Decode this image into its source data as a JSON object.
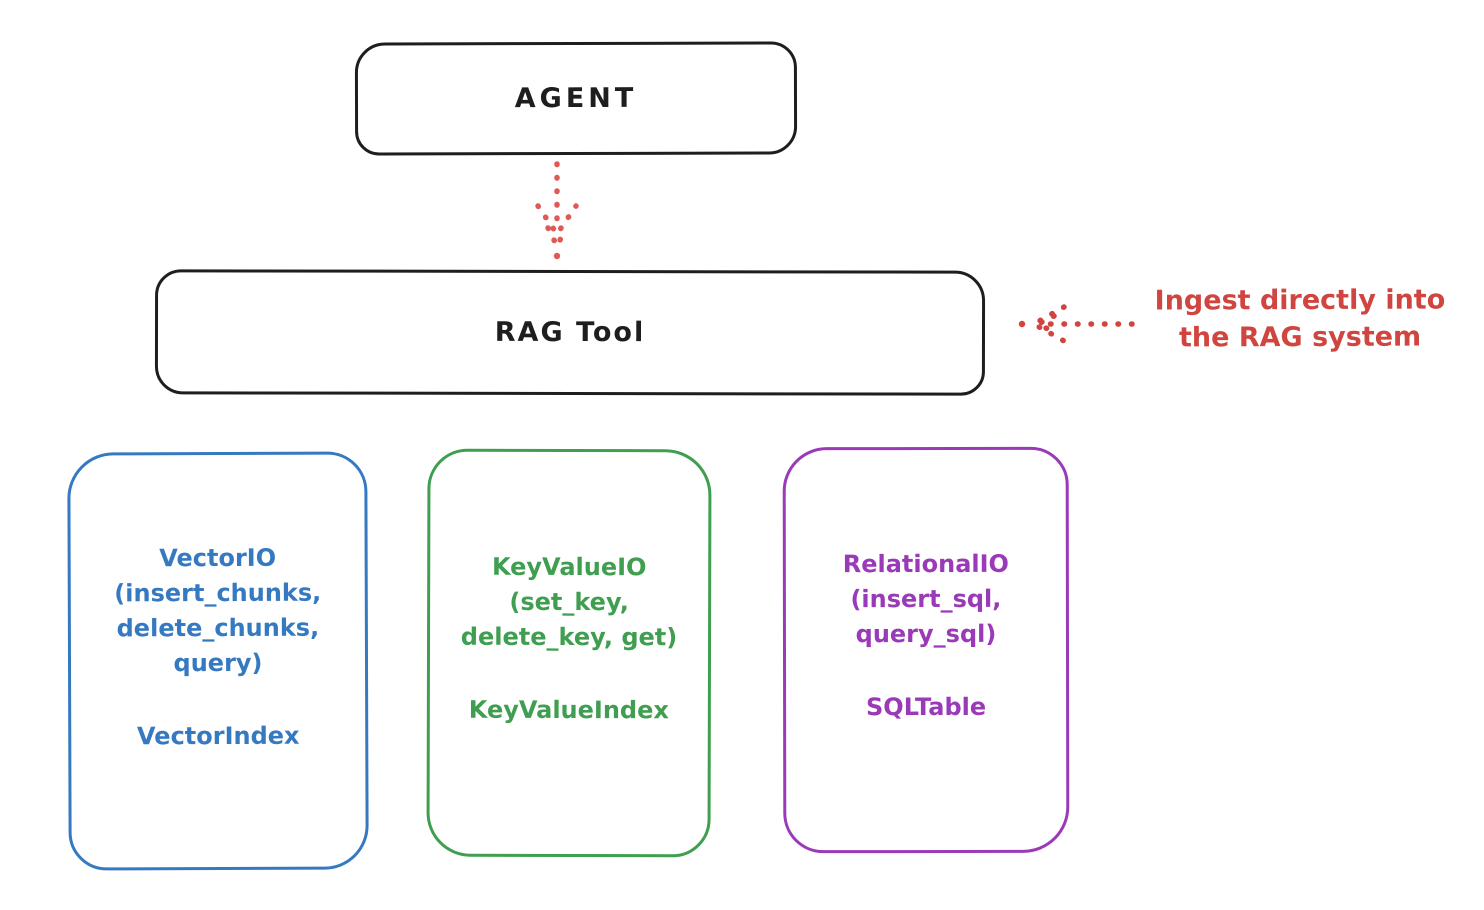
{
  "diagram": {
    "agent": {
      "label": "AGENT"
    },
    "rag_tool": {
      "label": "RAG Tool"
    },
    "annotation": {
      "line1": "Ingest directly into",
      "line2": "the RAG system"
    },
    "backends": [
      {
        "id": "vector-io",
        "color": "#3579c1",
        "lines": [
          "VectorIO",
          "(insert_chunks,",
          "delete_chunks,",
          "query)"
        ],
        "index_label": "VectorIndex"
      },
      {
        "id": "keyvalue-io",
        "color": "#3f9e4f",
        "lines": [
          "KeyValueIO",
          "(set_key,",
          "delete_key, get)"
        ],
        "index_label": "KeyValueIndex"
      },
      {
        "id": "relational-io",
        "color": "#9b3ab8",
        "lines": [
          "RelationalIO",
          "(insert_sql,",
          "query_sql)"
        ],
        "index_label": "SQLTable"
      }
    ],
    "colors": {
      "stroke": "#1e1e1e",
      "red": "#d0453f",
      "blue": "#3579c1",
      "green": "#3f9e4f",
      "purple": "#9b3ab8"
    }
  }
}
